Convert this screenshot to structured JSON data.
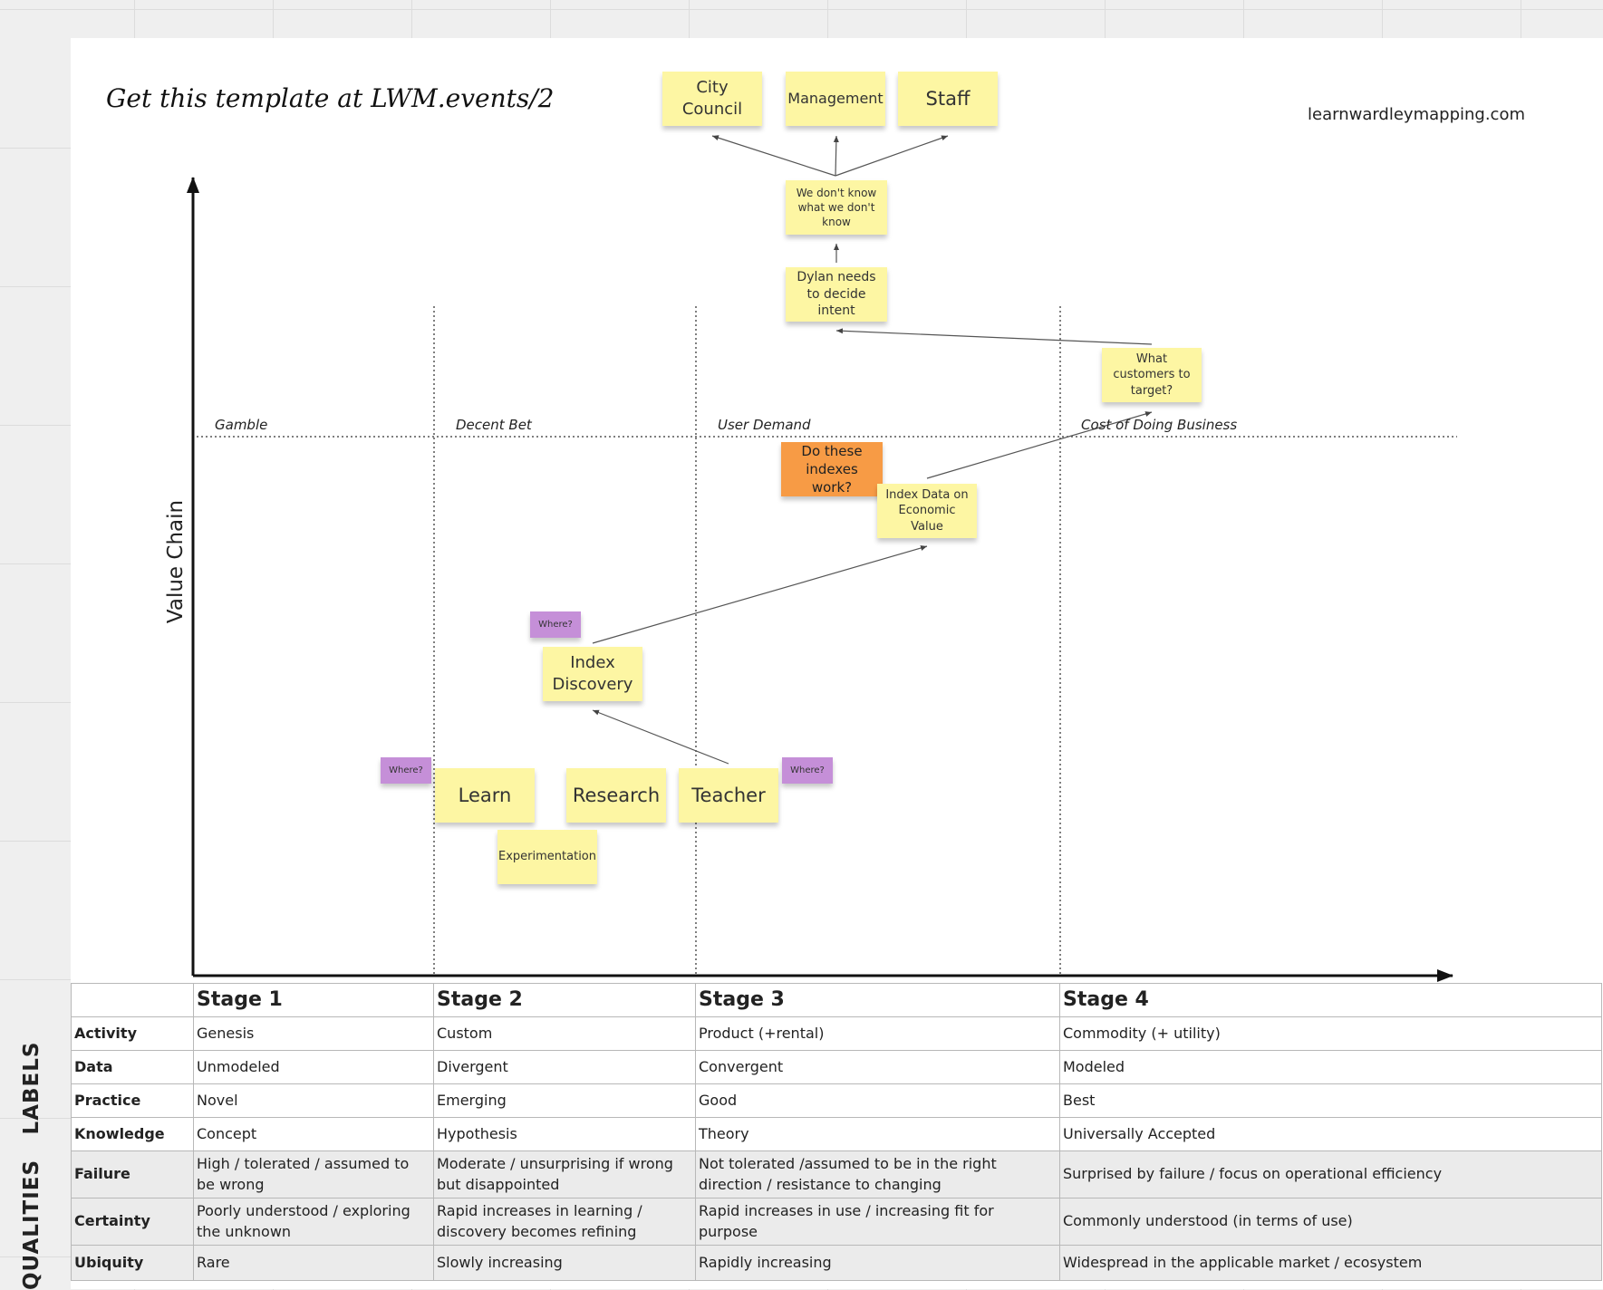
{
  "header": {
    "template_note": "Get this template at LWM.events/2",
    "website": "learnwardleymapping.com"
  },
  "map": {
    "y_axis_label": "Value Chain",
    "stage_labels": [
      "Gamble",
      "Decent Bet",
      "User Demand",
      "Cost of Doing Business"
    ],
    "stickies": {
      "city_council": "City Council",
      "management": "Management",
      "staff": "Staff",
      "unknowns": "We don't know what we don't know",
      "dylan_intent": "Dylan needs to decide intent",
      "customers_target": "What customers to target?",
      "indexes_work": "Do these indexes work?",
      "index_data": "Index Data on Economic Value",
      "index_discovery": "Index Discovery",
      "learn": "Learn",
      "research": "Research",
      "teacher": "Teacher",
      "experimentation": "Experimentation",
      "where_index": "Where?",
      "where_learn": "Where?",
      "where_teacher": "Where?"
    },
    "colors": {
      "sticky_yellow": "#fdf6a3",
      "sticky_orange": "#f79b45",
      "sticky_purple": "#c58fd8"
    }
  },
  "matrix": {
    "stage_headers": [
      "Stage 1",
      "Stage 2",
      "Stage 3",
      "Stage 4"
    ],
    "rows": [
      {
        "label": "Activity",
        "cells": [
          "Genesis",
          "Custom",
          "Product (+rental)",
          "Commodity (+ utility)"
        ]
      },
      {
        "label": "Data",
        "cells": [
          "Unmodeled",
          "Divergent",
          "Convergent",
          "Modeled"
        ]
      },
      {
        "label": "Practice",
        "cells": [
          "Novel",
          "Emerging",
          "Good",
          "Best"
        ]
      },
      {
        "label": "Knowledge",
        "cells": [
          "Concept",
          "Hypothesis",
          "Theory",
          "Universally Accepted"
        ]
      },
      {
        "label": "Failure",
        "cells": [
          "High / tolerated / assumed to be wrong",
          "Moderate / unsurprising if wrong but disappointed",
          "Not tolerated /assumed to be in the right direction / resistance to changing",
          "Surprised by failure / focus on operational efficiency"
        ]
      },
      {
        "label": "Certainty",
        "cells": [
          "Poorly understood / exploring the unknown",
          "Rapid increases in learning / discovery becomes refining",
          "Rapid increases in use / increasing fit for purpose",
          "Commonly understood (in terms of use)"
        ]
      },
      {
        "label": "Ubiquity",
        "cells": [
          "Rare",
          "Slowly increasing",
          "Rapidly increasing",
          "Widespread in the applicable market / ecosystem"
        ]
      }
    ],
    "side_labels": {
      "labels": "LABELS",
      "qualities": "QUALITIES"
    }
  }
}
